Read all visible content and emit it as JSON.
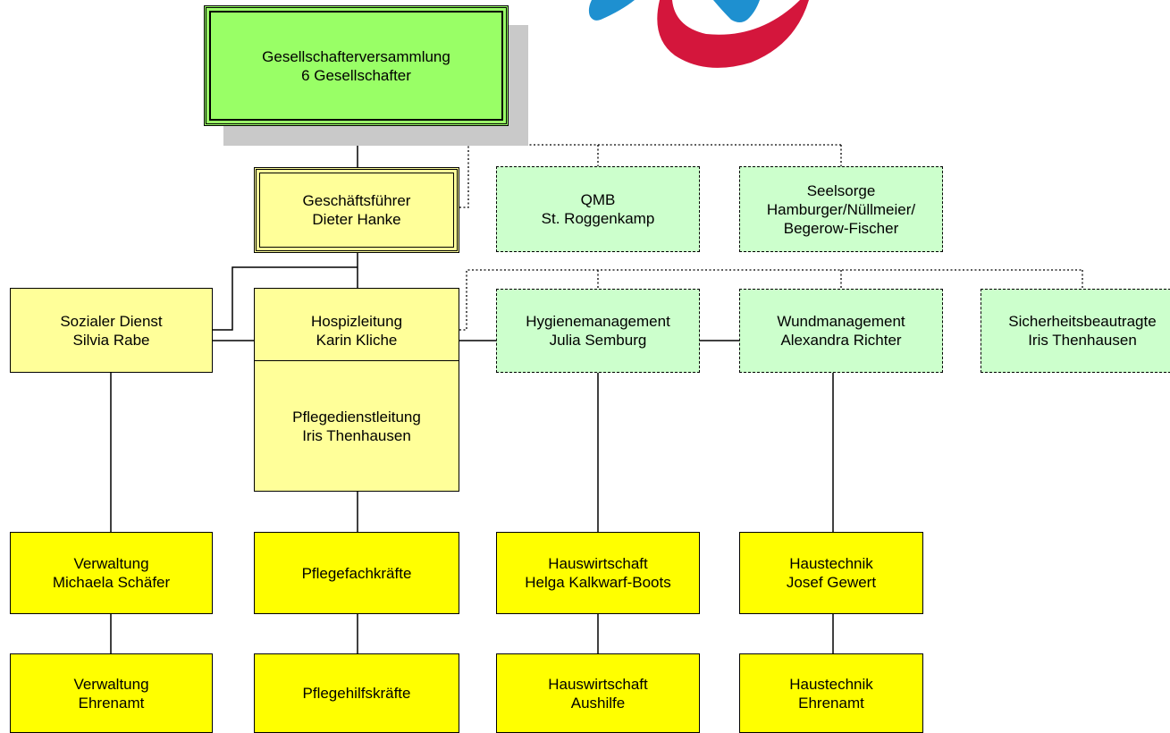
{
  "colors": {
    "top": "#99ff66",
    "management": "#ffff99",
    "staff_positions": "#ccffcc",
    "departments": "#ffff00",
    "logo_blue": "#1e90d0",
    "logo_red": "#d4163c"
  },
  "boxes": {
    "gesellschafter": {
      "line1": "Gesellschafterversammlung",
      "line2": "6 Gesellschafter"
    },
    "geschaeftsfuehrer": {
      "line1": "Geschäftsführer",
      "line2": "Dieter Hanke"
    },
    "qmb": {
      "line1": "QMB",
      "line2": "St. Roggenkamp"
    },
    "seelsorge": {
      "line1": "Seelsorge",
      "line2": "Hamburger/Nüllmeier/",
      "line3": "Begerow-Fischer"
    },
    "sozialer_dienst": {
      "line1": "Sozialer Dienst",
      "line2": "Silvia Rabe"
    },
    "hospizleitung": {
      "line1": "Hospizleitung",
      "line2": "Karin Kliche"
    },
    "hygiene": {
      "line1": "Hygienemanagement",
      "line2": "Julia Semburg"
    },
    "wund": {
      "line1": "Wundmanagement",
      "line2": "Alexandra Richter"
    },
    "sicherheit": {
      "line1": "Sicherheitsbeautragte",
      "line2": "Iris Thenhausen"
    },
    "pflegedienstleitung": {
      "line1": "Pflegedienstleitung",
      "line2": "Iris Thenhausen"
    },
    "verwaltung": {
      "line1": "Verwaltung",
      "line2": "Michaela Schäfer"
    },
    "pflegefachkraefte": {
      "line1": "Pflegefachkräfte"
    },
    "hauswirtschaft": {
      "line1": "Hauswirtschaft",
      "line2": "Helga Kalkwarf-Boots"
    },
    "haustechnik": {
      "line1": "Haustechnik",
      "line2": "Josef Gewert"
    },
    "verwaltung_ehrenamt": {
      "line1": "Verwaltung",
      "line2": "Ehrenamt"
    },
    "pflegehilfskraefte": {
      "line1": "Pflegehilfskräfte"
    },
    "hauswirtschaft_aushilfe": {
      "line1": "Hauswirtschaft",
      "line2": "Aushilfe"
    },
    "haustechnik_ehrenamt": {
      "line1": "Haustechnik",
      "line2": "Ehrenamt"
    }
  }
}
